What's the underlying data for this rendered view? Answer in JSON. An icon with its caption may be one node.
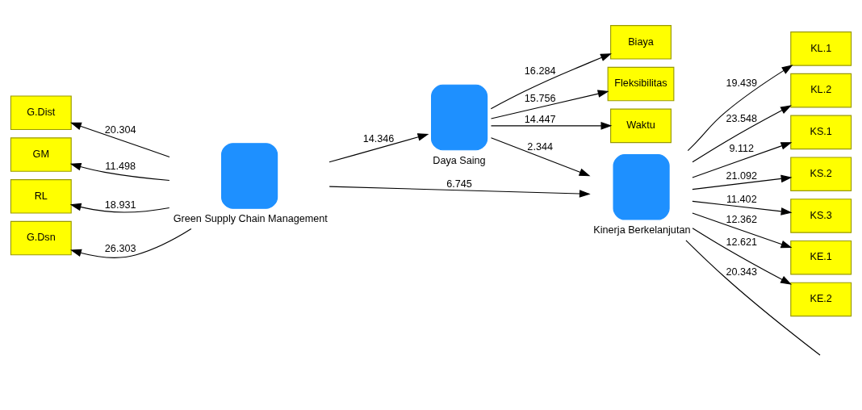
{
  "diagram": {
    "nodes": [
      {
        "text": [
          "Daya Saing"
        ]
      },
      {
        "text": [
          "Biaya"
        ]
      },
      {
        "text": [
          "Fleksibilitas"
        ]
      },
      {
        "text": [
          "Waktu"
        ]
      },
      {
        "text": [
          "Green Supply Chain Management"
        ]
      },
      {
        "text": [
          "G.Dist"
        ]
      },
      {
        "text": [
          "GM"
        ]
      },
      {
        "text": [
          "RL"
        ]
      },
      {
        "text": [
          "G.Dsn"
        ]
      },
      {
        "text": [
          "Kinerja Berkelanjutan"
        ]
      },
      {
        "text": [
          "KL.1"
        ]
      },
      {
        "text": [
          "KL.2"
        ]
      },
      {
        "text": [
          "KS.1"
        ]
      },
      {
        "text": [
          "KS.2"
        ]
      },
      {
        "text": [
          "KS.3"
        ]
      },
      {
        "text": [
          "KE.1"
        ]
      },
      {
        "text": [
          "KE.2"
        ]
      }
    ],
    "edges": [
      {
        "from": 4,
        "to": 0,
        "arrow": "to",
        "label": "14.346"
      },
      {
        "from": 0,
        "to": 9,
        "arrow": "to",
        "label": "2.344"
      },
      {
        "from": 4,
        "to": 9,
        "arrow": "to",
        "label": "6.745"
      },
      {
        "from": 0,
        "to": 1,
        "arrow": "to",
        "label": "16.284"
      },
      {
        "from": 0,
        "to": 2,
        "arrow": "to",
        "label": "15.756"
      },
      {
        "from": 0,
        "to": 3,
        "arrow": "to",
        "label": "14.447"
      },
      {
        "from": 4,
        "to": 5,
        "arrow": "to",
        "label": "20.304"
      },
      {
        "from": 4,
        "to": 6,
        "arrow": "to",
        "label": "11.498"
      },
      {
        "from": 4,
        "to": 7,
        "arrow": "to",
        "label": "18.931"
      },
      {
        "from": 4,
        "to": 8,
        "arrow": "to",
        "label": "26.303"
      },
      {
        "from": 9,
        "to": 10,
        "arrow": "to",
        "label": "19.439"
      },
      {
        "from": 9,
        "to": 11,
        "arrow": "to",
        "label": "23.548"
      },
      {
        "from": 9,
        "to": 12,
        "arrow": "to",
        "label": "9.112"
      },
      {
        "from": 9,
        "to": 13,
        "arrow": "to",
        "label": "21.092"
      },
      {
        "from": 9,
        "to": 14,
        "arrow": "to",
        "label": "11.402"
      },
      {
        "from": 9,
        "to": 15,
        "arrow": "to",
        "label": "12.362"
      },
      {
        "from": 9,
        "to": 16,
        "arrow": "to",
        "label": "12.621"
      },
      {
        "from": 9,
        "to": null,
        "arrow": "none",
        "label": "20.343"
      }
    ]
  }
}
